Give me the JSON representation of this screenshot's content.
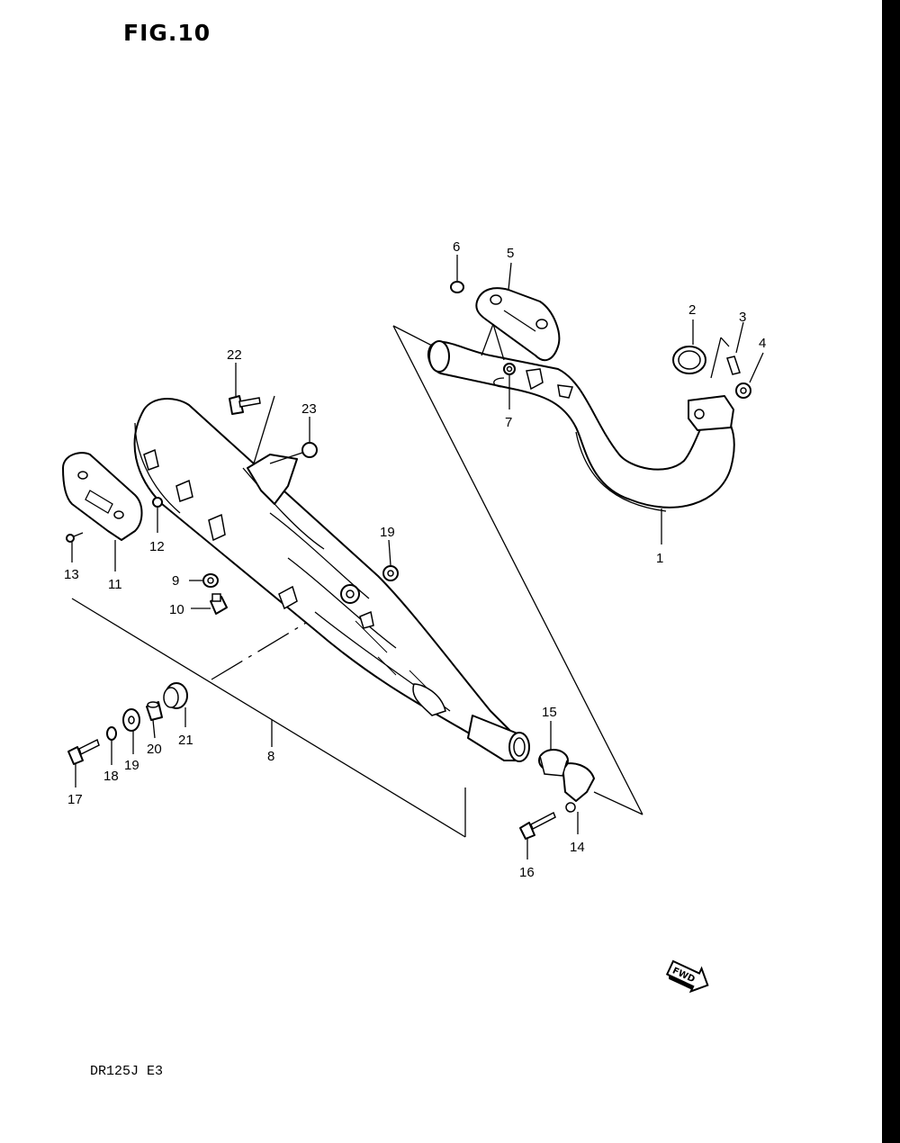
{
  "figure": {
    "title": "FIG.10"
  },
  "model": {
    "code": "DR125J E3"
  },
  "fwd_badge": {
    "label": "FWD"
  },
  "callouts": [
    {
      "id": "c1",
      "label": "1"
    },
    {
      "id": "c2",
      "label": "2"
    },
    {
      "id": "c3",
      "label": "3"
    },
    {
      "id": "c4",
      "label": "4"
    },
    {
      "id": "c5",
      "label": "5"
    },
    {
      "id": "c6",
      "label": "6"
    },
    {
      "id": "c7",
      "label": "7"
    },
    {
      "id": "c8",
      "label": "8"
    },
    {
      "id": "c9",
      "label": "9"
    },
    {
      "id": "c10",
      "label": "10"
    },
    {
      "id": "c11",
      "label": "11"
    },
    {
      "id": "c12",
      "label": "12"
    },
    {
      "id": "c13",
      "label": "13"
    },
    {
      "id": "c14",
      "label": "14"
    },
    {
      "id": "c15",
      "label": "15"
    },
    {
      "id": "c16",
      "label": "16"
    },
    {
      "id": "c17",
      "label": "17"
    },
    {
      "id": "c18",
      "label": "18"
    },
    {
      "id": "c19a",
      "label": "19"
    },
    {
      "id": "c19b",
      "label": "19"
    },
    {
      "id": "c20",
      "label": "20"
    },
    {
      "id": "c21",
      "label": "21"
    },
    {
      "id": "c22",
      "label": "22"
    },
    {
      "id": "c23",
      "label": "23"
    }
  ]
}
